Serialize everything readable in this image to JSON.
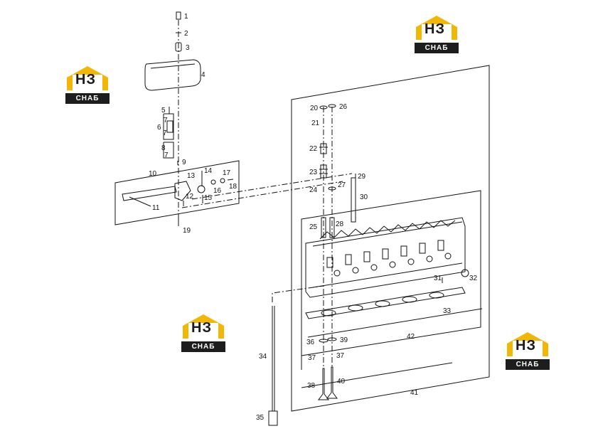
{
  "watermark": {
    "brand": "НЗ",
    "sub": "СНАБ",
    "colors": {
      "yellow": "#f2b705",
      "dark": "#1d1d1d"
    }
  },
  "callouts": [
    "1",
    "2",
    "3",
    "4",
    "5",
    "6",
    "7",
    "7",
    "8",
    "7",
    "9",
    "10",
    "11",
    "12",
    "13",
    "14",
    "15",
    "16",
    "17",
    "18",
    "19",
    "20",
    "21",
    "22",
    "23",
    "24",
    "25",
    "26",
    "27",
    "28",
    "29",
    "30",
    "31",
    "32",
    "33",
    "34",
    "35",
    "36",
    "37",
    "37",
    "38",
    "39",
    "40",
    "41",
    "42"
  ]
}
